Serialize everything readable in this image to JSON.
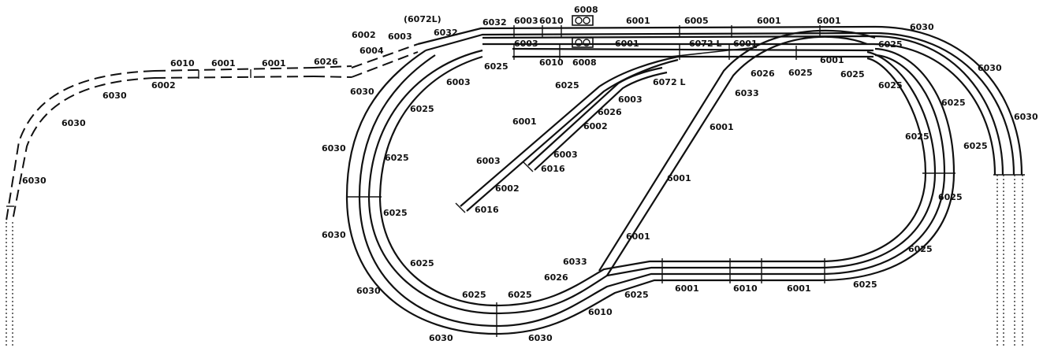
{
  "labels": {
    "l_6072L_paren": "(6072L)",
    "l_6032_a": "6032",
    "l_6032_b": "6032",
    "l_6003_a": "6003",
    "l_6010_a": "6010",
    "l_6008_a": "6008",
    "l_6001_a": "6001",
    "l_6005": "6005",
    "l_6001_b": "6001",
    "l_6001_c": "6001",
    "l_6030_tr1": "6030",
    "l_6002_a": "6002",
    "l_6003_b": "6003",
    "l_6004": "6004",
    "l_6003_c": "6003",
    "l_6010_b": "6010",
    "l_6008_b": "6008",
    "l_6001_d": "6001",
    "l_6072L_a": "6072 L",
    "l_6001_e": "6001",
    "l_6025_r1": "6025",
    "l_6010_left": "6010",
    "l_6001_left1": "6001",
    "l_6001_left2": "6001",
    "l_6026_left": "6026",
    "l_6002_left": "6002",
    "l_6030_l1": "6030",
    "l_6030_l2": "6030",
    "l_6030_l3": "6030",
    "l_6025_b": "6025",
    "l_6003_d": "6003",
    "l_6030_m1": "6030",
    "l_6025_c": "6025",
    "l_6072L_b": "6072 L",
    "l_6003_e": "6003",
    "l_6026_m": "6026",
    "l_6002_m": "6002",
    "l_6001_m": "6001",
    "l_6026_r": "6026",
    "l_6025_r2": "6025",
    "l_6001_r3": "6001",
    "l_6025_r4": "6025",
    "l_6030_r5": "6030",
    "l_6025_r6": "6025",
    "l_6025_r7": "6025",
    "l_6030_r8": "6030",
    "l_6033_a": "6033",
    "l_6001_f": "6001",
    "l_6025_d": "6025",
    "l_6030_m2": "6030",
    "l_6025_e": "6025",
    "l_6003_f": "6003",
    "l_6016_a": "6016",
    "l_6003_g": "6003",
    "l_6002_n": "6002",
    "l_6001_g": "6001",
    "l_6025_f": "6025",
    "l_6025_g": "6025",
    "l_6016_b": "6016",
    "l_6025_h": "6025",
    "l_6030_m3": "6030",
    "l_6001_h": "6001",
    "l_6025_i": "6025",
    "l_6033_b": "6033",
    "l_6026_b": "6026",
    "l_6025_j": "6025",
    "l_6030_m4": "6030",
    "l_6025_k": "6025",
    "l_6025_l": "6025",
    "l_6025_m": "6025",
    "l_6001_i": "6001",
    "l_6010_c": "6010",
    "l_6001_j": "6001",
    "l_6025_n": "6025",
    "l_6010_d": "6010",
    "l_6030_b1": "6030",
    "l_6030_b2": "6030"
  }
}
